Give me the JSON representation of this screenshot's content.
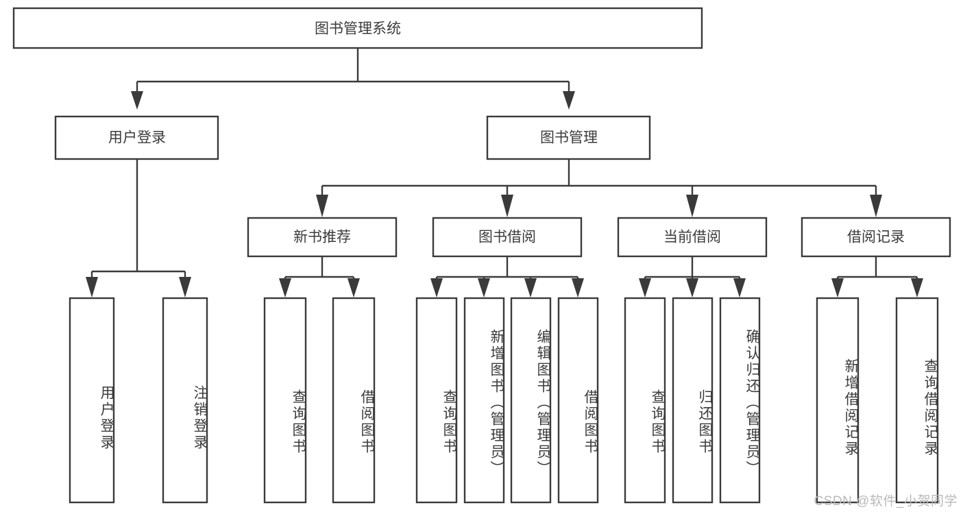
{
  "diagram": {
    "title": "图书管理系统",
    "type": "tree",
    "orientation": "top-down",
    "style": {
      "box_fill": "#ffffff",
      "box_stroke": "#3a3a3a",
      "connector_color": "#3a3a3a",
      "text_color": "#3b3b3b",
      "background": "#ffffff",
      "watermark_color": "#b9b9b9"
    },
    "root": {
      "label": "图书管理系统",
      "orientation": "horizontal"
    },
    "level2": [
      {
        "label": "用户登录",
        "orientation": "horizontal"
      },
      {
        "label": "图书管理",
        "orientation": "horizontal"
      }
    ],
    "level3": [
      {
        "label": "新书推荐",
        "orientation": "horizontal",
        "parent": "图书管理"
      },
      {
        "label": "图书借阅",
        "orientation": "horizontal",
        "parent": "图书管理"
      },
      {
        "label": "当前借阅",
        "orientation": "horizontal",
        "parent": "图书管理"
      },
      {
        "label": "借阅记录",
        "orientation": "horizontal",
        "parent": "图书管理"
      }
    ],
    "leaves": [
      {
        "label": "用户登录",
        "parent": "用户登录",
        "orientation": "vertical"
      },
      {
        "label": "注销登录",
        "parent": "用户登录",
        "orientation": "vertical"
      },
      {
        "label": "查询图书",
        "parent": "新书推荐",
        "orientation": "vertical"
      },
      {
        "label": "借阅图书",
        "parent": "新书推荐",
        "orientation": "vertical"
      },
      {
        "label": "查询图书",
        "parent": "图书借阅",
        "orientation": "vertical"
      },
      {
        "label": "新增图书（管理员）",
        "parent": "图书借阅",
        "orientation": "vertical"
      },
      {
        "label": "编辑图书（管理员）",
        "parent": "图书借阅",
        "orientation": "vertical"
      },
      {
        "label": "借阅图书",
        "parent": "图书借阅",
        "orientation": "vertical"
      },
      {
        "label": "查询图书",
        "parent": "当前借阅",
        "orientation": "vertical"
      },
      {
        "label": "归还图书",
        "parent": "当前借阅",
        "orientation": "vertical"
      },
      {
        "label": "确认归还（管理员）",
        "parent": "当前借阅",
        "orientation": "vertical"
      },
      {
        "label": "新增借阅记录",
        "parent": "借阅记录",
        "orientation": "vertical"
      },
      {
        "label": "查询借阅记录",
        "parent": "借阅记录",
        "orientation": "vertical"
      }
    ],
    "watermark": "CSDN @软件_小贺同学"
  }
}
